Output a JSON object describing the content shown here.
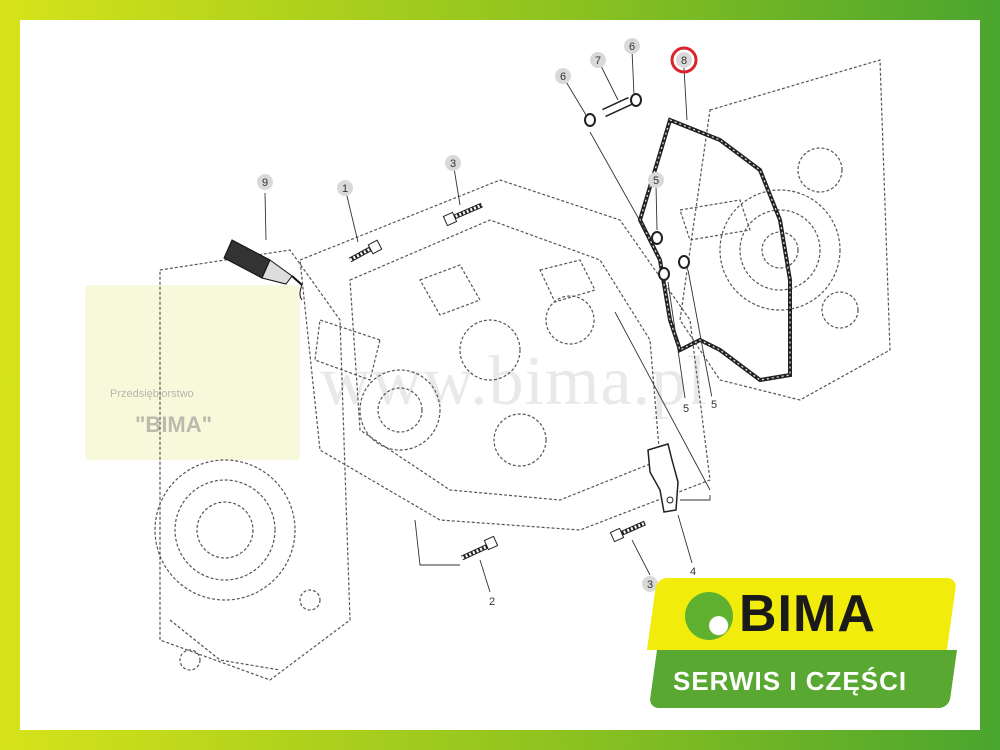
{
  "callouts": [
    {
      "id": "c9",
      "label": "9"
    },
    {
      "id": "c1",
      "label": "1"
    },
    {
      "id": "c3a",
      "label": "3"
    },
    {
      "id": "c6a",
      "label": "6"
    },
    {
      "id": "c7",
      "label": "7"
    },
    {
      "id": "c6b",
      "label": "6"
    },
    {
      "id": "c8",
      "label": "8",
      "highlighted": true
    },
    {
      "id": "c5a",
      "label": "5"
    },
    {
      "id": "c5b",
      "label": "5"
    },
    {
      "id": "c5c",
      "label": "5"
    },
    {
      "id": "c4",
      "label": "4"
    },
    {
      "id": "c3b",
      "label": "3"
    },
    {
      "id": "c2",
      "label": "2"
    }
  ],
  "watermark": {
    "url": "www.bima.pl",
    "company_prefix": "Przedsiębiorstwo",
    "company_name": "\"BIMA\""
  },
  "badge": {
    "brand": "BIMA",
    "subtitle": "SERWIS I CZĘŚCI"
  },
  "colors": {
    "frame_left": "#d6e31a",
    "frame_right": "#4aa52e",
    "badge_yellow": "#f2ec0d",
    "badge_green": "#58a832",
    "highlight_ring": "#d8262c"
  }
}
